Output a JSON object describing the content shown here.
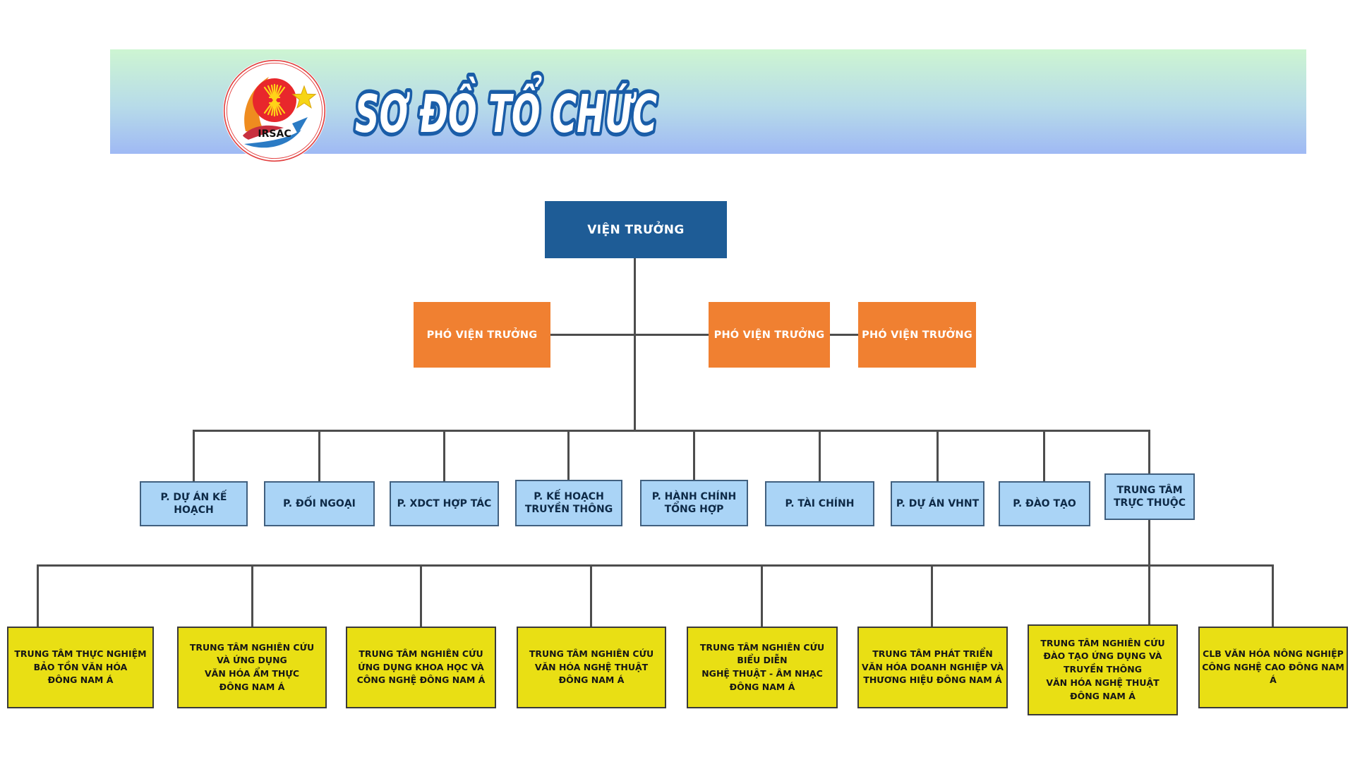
{
  "header": {
    "title": "SƠ ĐỒ TỔ CHỨC",
    "logo_text": "IRSAC"
  },
  "colors": {
    "director_bg": "#1E5C96",
    "deputy_bg": "#F08031",
    "department_bg": "#AAD4F6",
    "department_border": "#41607F",
    "center_bg": "#E9DF14",
    "center_border": "#3A3A3A",
    "connector": "#4D4D4D",
    "banner_gradient_top": "#CDF5D2",
    "banner_gradient_bottom": "#9FB9F4",
    "title_outline": "#1A5DA8"
  },
  "org": {
    "director": {
      "label": "VIỆN TRƯỞNG"
    },
    "deputies": [
      {
        "label": "PHÓ VIỆN TRƯỞNG"
      },
      {
        "label": "PHÓ VIỆN TRƯỞNG"
      },
      {
        "label": "PHÓ VIỆN TRƯỞNG"
      }
    ],
    "departments": [
      {
        "label": "P. DỰ ÁN KẾ HOẠCH"
      },
      {
        "label": "P. ĐỐI NGOẠI"
      },
      {
        "label": "P. XDCT HỢP TÁC"
      },
      {
        "label": "P. KẾ HOẠCH\nTRUYỀN THÔNG"
      },
      {
        "label": "P. HÀNH CHÍNH\nTỔNG HỢP"
      },
      {
        "label": "P. TÀI CHÍNH"
      },
      {
        "label": "P. DỰ ÁN VHNT"
      },
      {
        "label": "P. ĐÀO TẠO"
      },
      {
        "label": "TRUNG TÂM\nTRỰC THUỘC"
      }
    ],
    "centers": [
      {
        "label": "TRUNG TÂM THỰC NGHIỆM\nBẢO TỒN VĂN HÓA\nĐÔNG NAM Á"
      },
      {
        "label": "TRUNG TÂM NGHIÊN CỨU\nVÀ ỨNG DỤNG\nVĂN HÓA ẨM THỰC\nĐÔNG NAM Á"
      },
      {
        "label": "TRUNG TÂM NGHIÊN CỨU\nỨNG DỤNG KHOA HỌC VÀ\nCÔNG NGHỆ ĐÔNG NAM Á"
      },
      {
        "label": "TRUNG TÂM NGHIÊN CỨU\nVĂN HÓA NGHỆ THUẬT\nĐÔNG NAM Á"
      },
      {
        "label": "TRUNG TÂM NGHIÊN CỨU\nBIỂU DIỄN\nNGHỆ THUẬT - ÂM NHẠC\nĐÔNG NAM Á"
      },
      {
        "label": "TRUNG TÂM PHÁT TRIỂN\nVĂN HÓA DOANH NGHIỆP VÀ\nTHƯƠNG HIỆU ĐÔNG NAM Á"
      },
      {
        "label": "TRUNG TÂM NGHIÊN CỨU\nĐÀO TẠO ỨNG DỤNG VÀ\nTRUYỀN THÔNG\nVĂN HÓA NGHỆ THUẬT\nĐÔNG NAM Á"
      },
      {
        "label": "CLB VĂN HÓA NÔNG NGHIỆP\nCÔNG NGHỆ CAO ĐÔNG NAM Á"
      }
    ]
  }
}
